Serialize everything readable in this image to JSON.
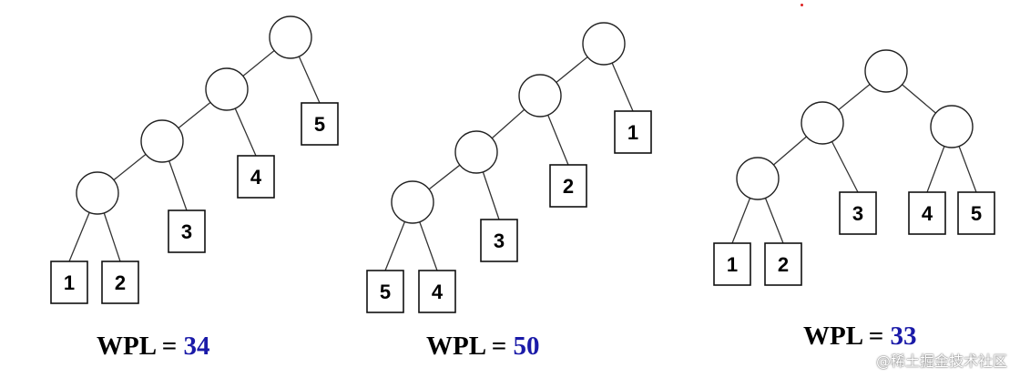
{
  "trees": [
    {
      "leaves": [
        "1",
        "2",
        "3",
        "4",
        "5"
      ],
      "wpl_label": "WPL",
      "equals": "=",
      "wpl_value": "34"
    },
    {
      "leaves": [
        "5",
        "4",
        "3",
        "2",
        "1"
      ],
      "wpl_label": "WPL",
      "equals": "=",
      "wpl_value": "50"
    },
    {
      "leaves": [
        "1",
        "2",
        "3",
        "4",
        "5"
      ],
      "wpl_label": "WPL",
      "equals": "=",
      "wpl_value": "33"
    }
  ],
  "watermark": "@稀土掘金技术社区",
  "colors": {
    "wpl_value": "#1a1aa8",
    "line": "#333333"
  }
}
